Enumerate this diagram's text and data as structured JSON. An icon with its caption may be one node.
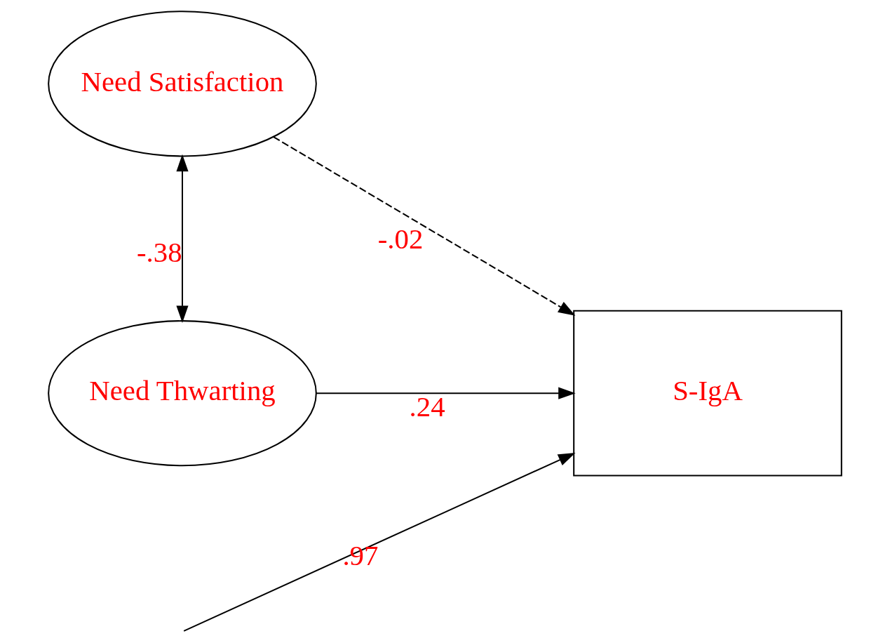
{
  "diagram": {
    "nodes": [
      {
        "text": [
          "Need Satisfaction"
        ]
      },
      {
        "text": [
          "Need Thwarting"
        ]
      },
      {
        "text": [
          "S-IgA"
        ]
      }
    ],
    "edges": [
      {
        "from": 0,
        "to": 2,
        "arrow": "to",
        "style": "dashed",
        "label": "-.02"
      },
      {
        "from": 1,
        "to": 2,
        "arrow": "to",
        "label": ".24"
      },
      {
        "from": 0,
        "to": 1,
        "arrow": "both",
        "label": "-.38"
      },
      {
        "from": null,
        "to": 2,
        "arrow": "to",
        "label": ".97"
      }
    ]
  }
}
